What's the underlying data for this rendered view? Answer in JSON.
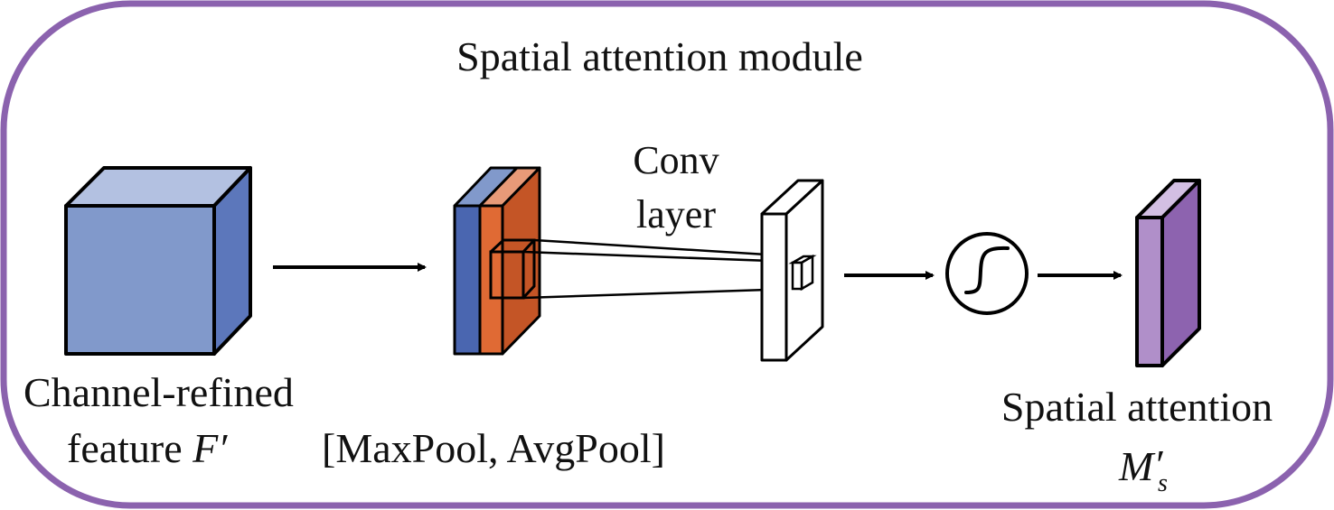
{
  "title": "Spatial attention module",
  "colors": {
    "frame": "#8B62AE",
    "cube_front": "#8199CB",
    "cube_top": "#B3C1E1",
    "cube_side": "#5C77BB",
    "maxpool_front": "#4A66B0",
    "maxpool_top": "#8199CB",
    "avgpool_front": "#E06A34",
    "avgpool_top": "#E89A78",
    "avgpool_side": "#C45526",
    "conv_fill": "#FFFFFF",
    "out_front": "#B08FC9",
    "out_top": "#D3BFE3",
    "out_side": "#8D63AF"
  },
  "labels": {
    "input_line1": "Channel-refined",
    "input_line2": "feature ",
    "input_symbol": "F′",
    "pool": "[MaxPool, AvgPool]",
    "conv_line1": "Conv",
    "conv_line2": "layer",
    "output_line1": "Spatial attention",
    "output_symbol": "M",
    "output_prime": "′",
    "output_sub": "s"
  },
  "icons": {
    "sigmoid": "sigmoid-icon"
  }
}
